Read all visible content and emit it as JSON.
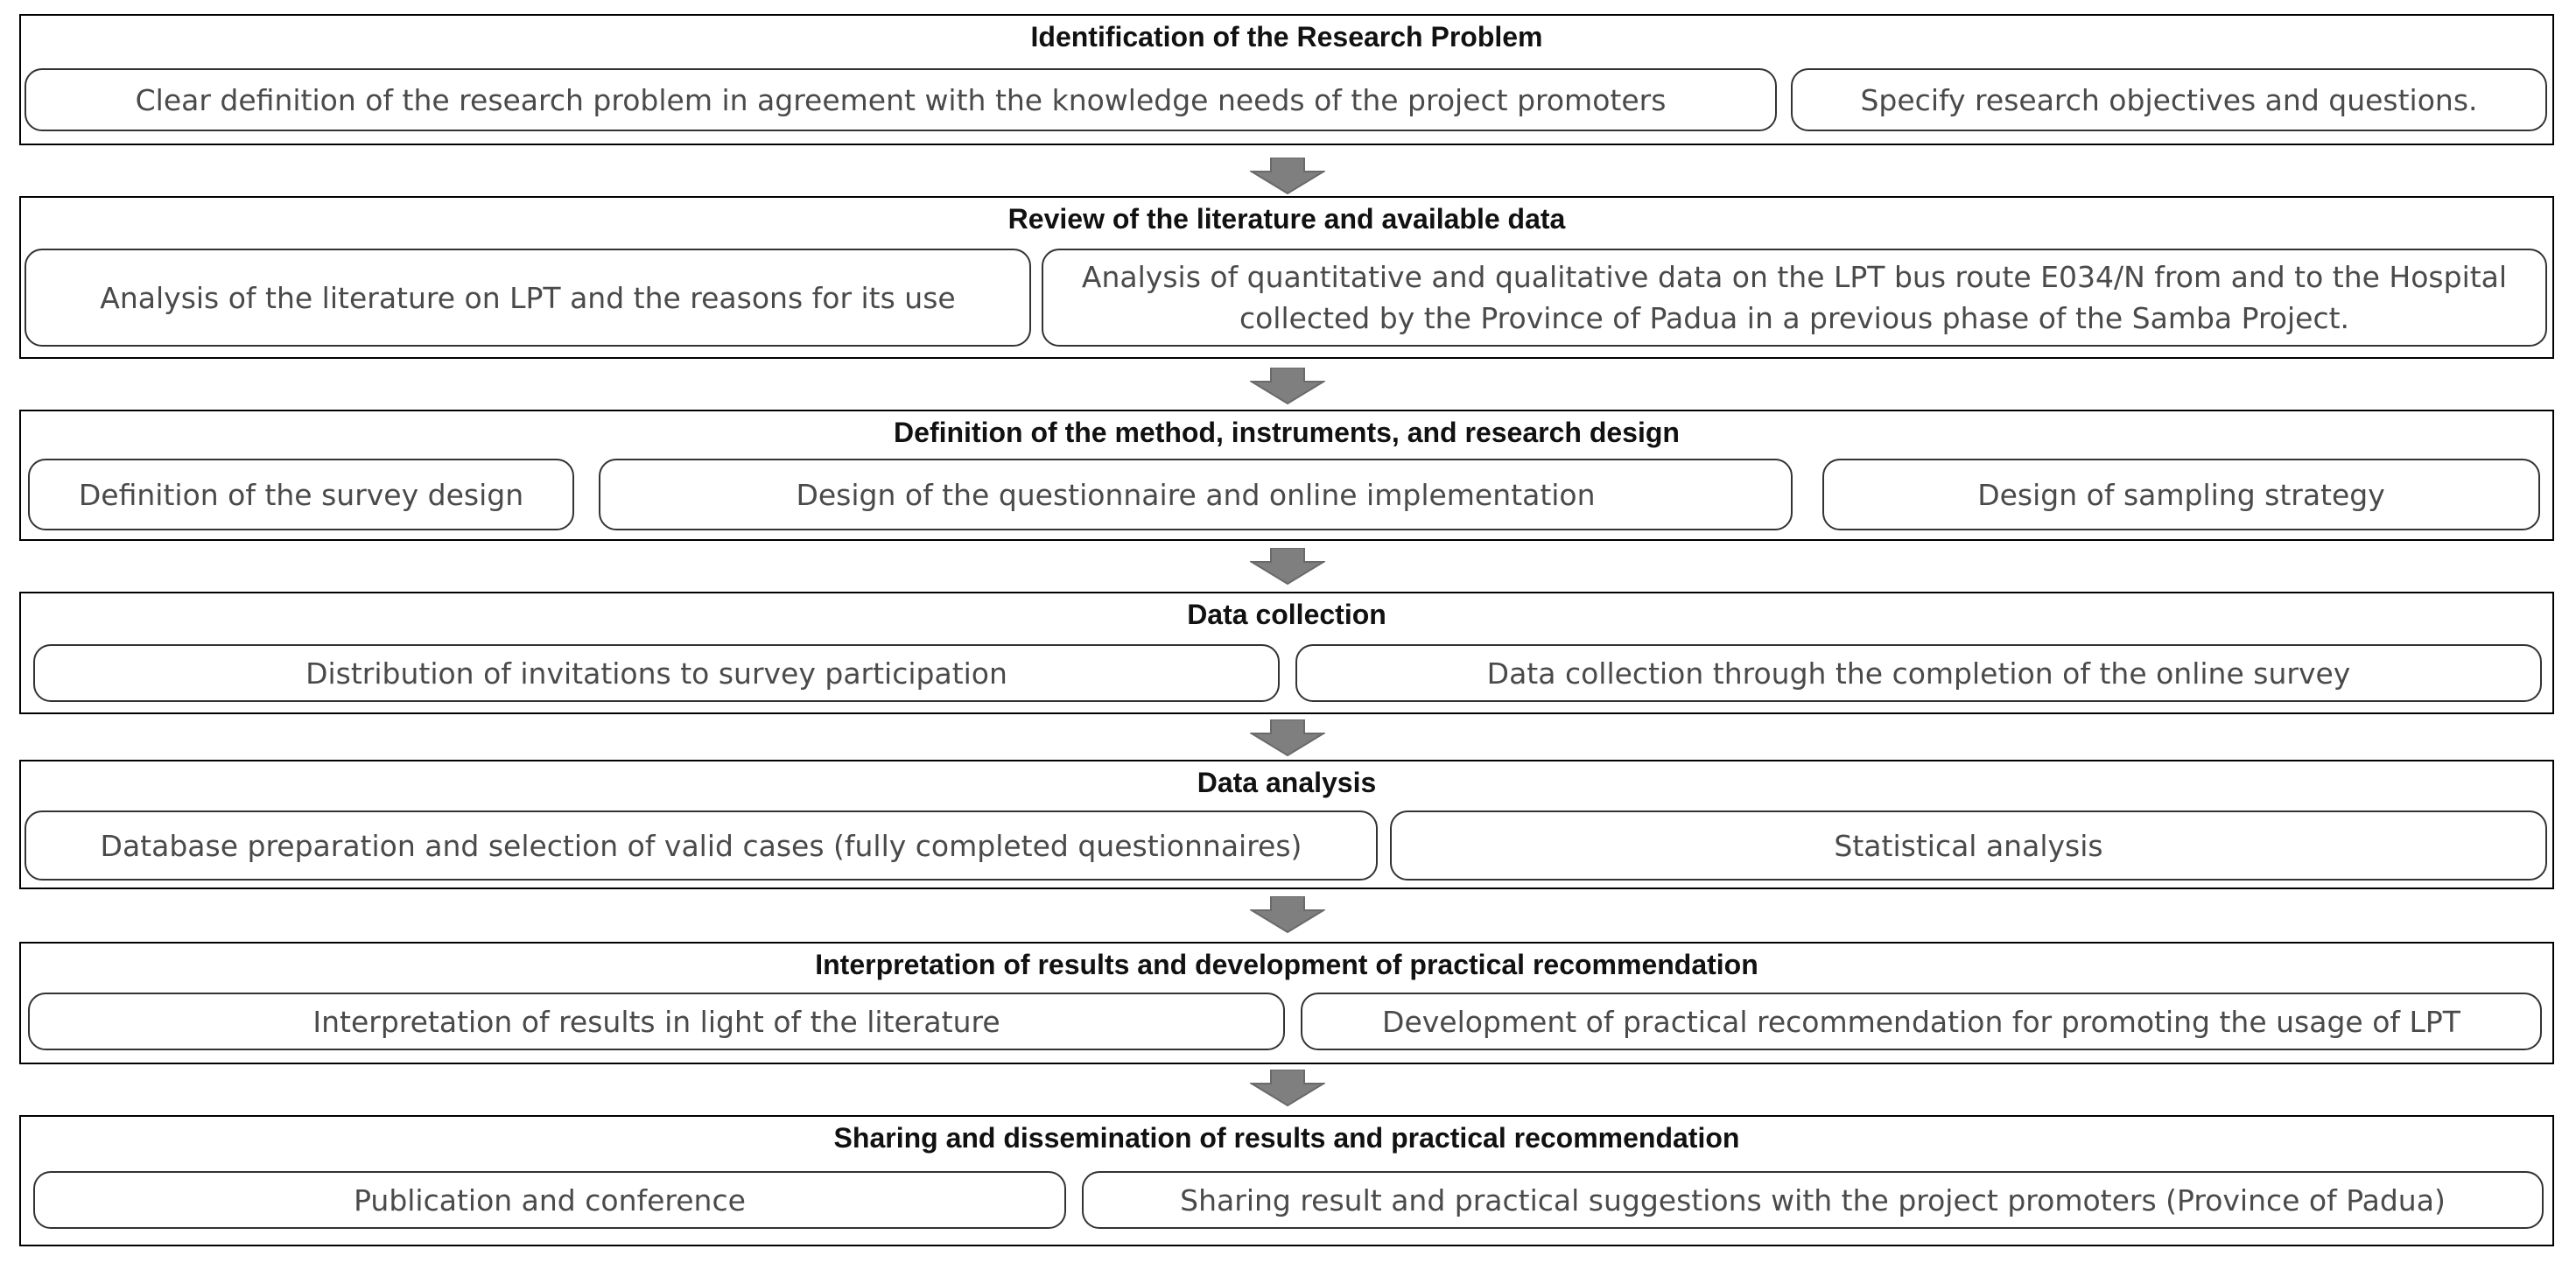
{
  "stages": [
    {
      "title": "Identification of the Research Problem",
      "steps": [
        "Clear definition of the research problem in agreement with the knowledge needs of the project promoters",
        "Specify research objectives and questions."
      ]
    },
    {
      "title": "Review of the literature and available data",
      "steps": [
        "Analysis of the literature on LPT and the reasons for its use",
        "Analysis of quantitative and qualitative data on the LPT bus route E034/N from and to the Hospital  collected by the Province of Padua in a previous phase of the Samba Project."
      ]
    },
    {
      "title": "Definition of the method, instruments, and research design",
      "steps": [
        "Definition of the survey design",
        "Design of the questionnaire and online implementation",
        "Design of sampling strategy"
      ]
    },
    {
      "title": "Data collection",
      "steps": [
        "Distribution of invitations to survey participation",
        "Data collection through the completion of the online survey"
      ]
    },
    {
      "title": "Data analysis",
      "steps": [
        "Database preparation and selection of valid cases (fully completed questionnaires)",
        "Statistical analysis"
      ]
    },
    {
      "title": "Interpretation of results and development of practical recommendation",
      "steps": [
        "Interpretation of results in light of the literature",
        "Development of practical recommendation for promoting the usage of LPT"
      ]
    },
    {
      "title": "Sharing and  dissemination of results and practical recommendation",
      "steps": [
        "Publication and conference",
        "Sharing result and practical suggestions with the project promoters (Province of Padua)"
      ]
    }
  ],
  "colors": {
    "stage_border": "#000000",
    "step_border": "#333333",
    "title_text": "#111111",
    "step_text": "#4a4a4a",
    "arrow_fill": "#7f7f7f"
  }
}
